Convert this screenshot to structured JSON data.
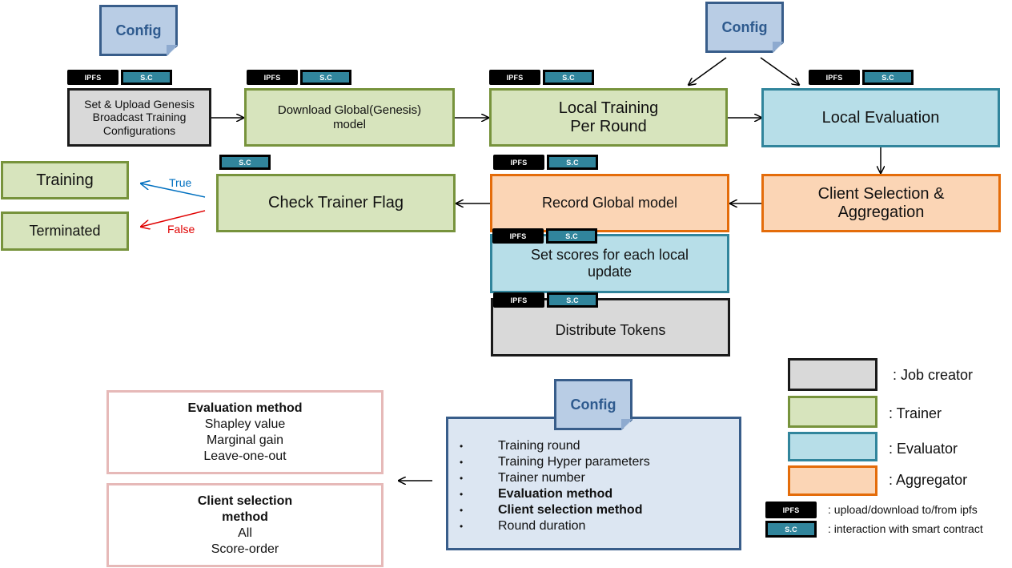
{
  "tags": {
    "ipfs": "IPFS",
    "sc": "S.C"
  },
  "config_label": "Config",
  "nodes": {
    "genesis": {
      "line1": "Set & Upload Genesis",
      "line2": "Broadcast Training",
      "line3": "Configurations"
    },
    "download": {
      "line1": "Download Global(Genesis)",
      "line2": "model"
    },
    "local_training": {
      "line1": "Local Training",
      "line2": "Per Round"
    },
    "local_evaluation": {
      "label": "Local Evaluation"
    },
    "client_selection": {
      "line1": "Client Selection &",
      "line2": "Aggregation"
    },
    "record_global": {
      "label": "Record Global model"
    },
    "set_scores": {
      "line1": "Set scores for each local",
      "line2": "update"
    },
    "distribute": {
      "label": "Distribute Tokens"
    },
    "check_flag": {
      "label": "Check Trainer Flag"
    },
    "training": {
      "label": "Training"
    },
    "terminated": {
      "label": "Terminated"
    }
  },
  "branches": {
    "true_label": "True",
    "false_label": "False"
  },
  "evaluation_method": {
    "title": "Evaluation method",
    "items": [
      "Shapley value",
      "Marginal gain",
      "Leave-one-out"
    ]
  },
  "client_selection_method": {
    "title_line1": "Client selection",
    "title_line2": "method",
    "items": [
      "All",
      "Score-order"
    ]
  },
  "config_items": [
    {
      "text": "Training round",
      "bold": false
    },
    {
      "text": "Training Hyper parameters",
      "bold": false
    },
    {
      "text": "Trainer number",
      "bold": false
    },
    {
      "text": "Evaluation method",
      "bold": true
    },
    {
      "text": "Client selection method",
      "bold": true
    },
    {
      "text": "Round duration",
      "bold": false
    }
  ],
  "bullet": "•",
  "legend": {
    "job_creator": ": Job creator",
    "trainer": ": Trainer",
    "evaluator": ": Evaluator",
    "aggregator": ": Aggregator",
    "ipfs_desc": ": upload/download to/from ipfs",
    "sc_desc": ": interaction with smart contract"
  },
  "colors": {
    "job_creator": "#d9d9d9",
    "trainer": "#d7e4bd",
    "evaluator": "#b7dee8",
    "aggregator": "#fbd5b5",
    "true_arrow": "#0070c0",
    "false_arrow": "#e00000"
  }
}
